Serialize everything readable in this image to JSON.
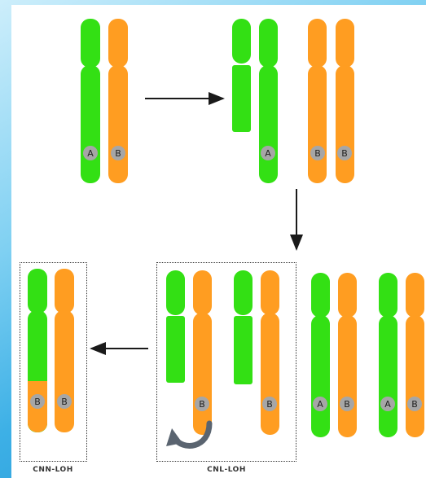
{
  "colors": {
    "green": "#33e014",
    "orange": "#ff9d21",
    "marker": "#a6a6a6",
    "arrow": "#1a1a1a",
    "curve_arrow": "#5a6470"
  },
  "labels": {
    "allele_a": "A",
    "allele_b": "B",
    "cnn_loh": "CNN-LOH",
    "cnl_loh": "CNL-LOH"
  }
}
